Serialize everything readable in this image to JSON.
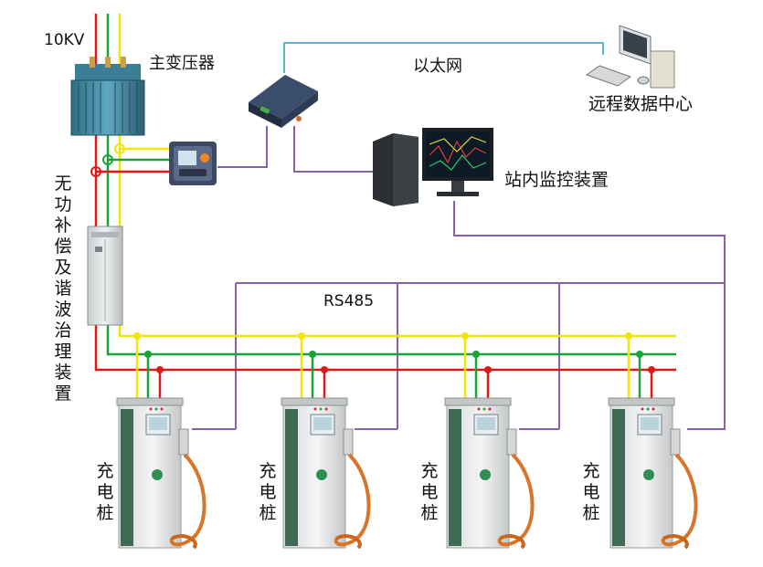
{
  "labels": {
    "voltage": "10KV",
    "transformer": "主变压器",
    "ethernet": "以太网",
    "remote_center": "远程数据中心",
    "station_monitor": "站内监控装置",
    "compensation": "无功补偿及谐波治理装置",
    "rs485": "RS485",
    "charger": "充电桩"
  },
  "colors": {
    "phase_yellow": "#f2e600",
    "phase_green": "#1aa33a",
    "phase_red": "#e01818",
    "comm_purple": "#8a5fb0",
    "ethernet_blue": "#5fb3d6"
  },
  "chargers": [
    {
      "id": "charger-1"
    },
    {
      "id": "charger-2"
    },
    {
      "id": "charger-3"
    },
    {
      "id": "charger-4"
    }
  ]
}
